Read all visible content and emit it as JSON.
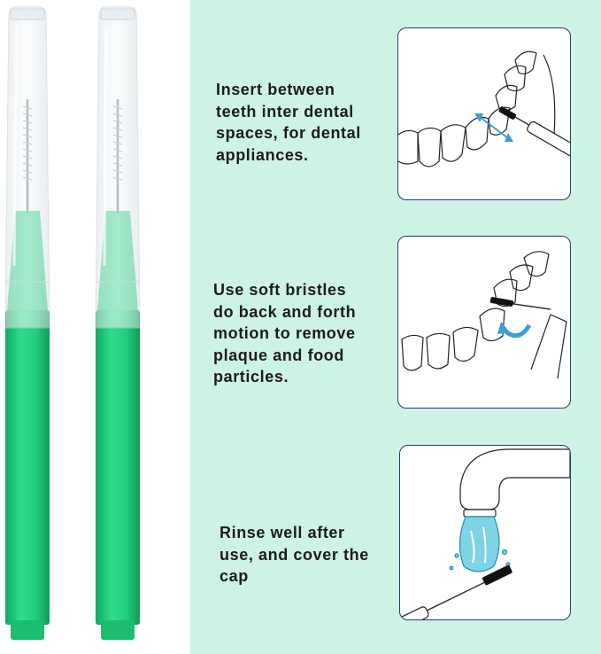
{
  "product": {
    "name": "interdental brush",
    "count": 2,
    "colors": {
      "handle": "#22cd7d",
      "handle_shade": "#12a95f",
      "cap": "#eef3f6",
      "panel_background": "#cdf3e4",
      "frame_border": "#1f3f70",
      "arrow": "#3a9fd4",
      "water": "#7fd3e6"
    }
  },
  "steps": [
    {
      "text": "Insert between\nteeth inter dental\nspaces, for dental\nappliances.",
      "illustration": "brush-inserted-between-teeth"
    },
    {
      "text": "Use soft bristles\ndo back and forth\nmotion to remove\nplaque and food\nparticles.",
      "illustration": "brush-back-and-forth-motion"
    },
    {
      "text": "Rinse well after\nuse, and cover the\ncap",
      "illustration": "brush-rinsed-under-faucet"
    }
  ]
}
